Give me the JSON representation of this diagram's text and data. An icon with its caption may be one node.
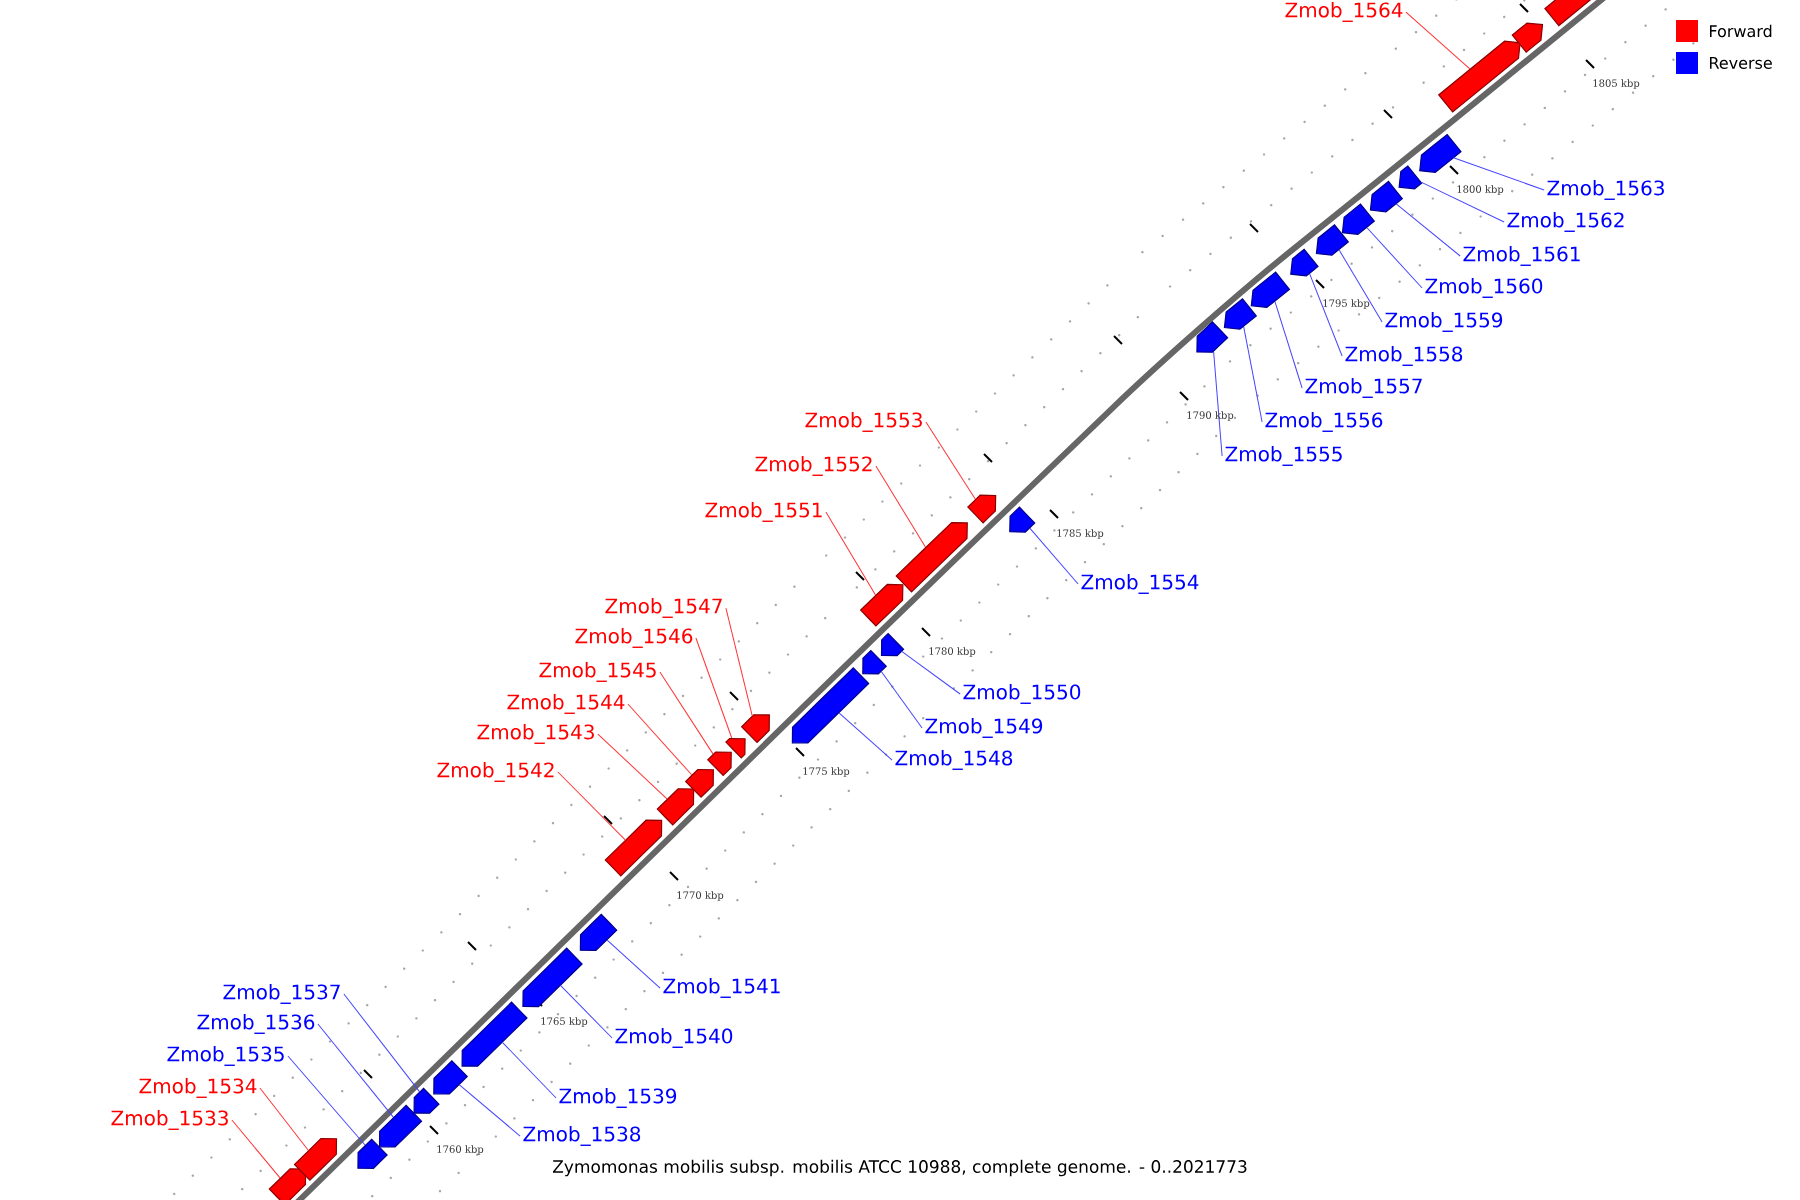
{
  "diagram": {
    "caption": "Zymomonas mobilis subsp. mobilis ATCC 10988, complete genome. - 0..2021773",
    "nodes": [
      {
        "text": [
          "Zmob_1533"
        ]
      },
      {
        "text": [],
        "shape": "pentagon"
      },
      {
        "text": [
          "Zmob_1534"
        ]
      },
      {
        "text": [],
        "shape": "pentagon"
      },
      {
        "text": [
          "Zmob_1535"
        ]
      },
      {
        "text": [],
        "shape": "pentagon"
      },
      {
        "text": [
          "Zmob_1536"
        ]
      },
      {
        "text": [],
        "shape": "pentagon"
      },
      {
        "text": [
          "Zmob_1537"
        ]
      },
      {
        "text": [],
        "shape": "pentagon"
      },
      {
        "text": [
          "Zmob_1538"
        ]
      },
      {
        "text": [],
        "shape": "pentagon"
      },
      {
        "text": [
          "Zmob_1539"
        ]
      },
      {
        "text": [],
        "shape": "pentagon"
      },
      {
        "text": [
          "Zmob_1540"
        ]
      },
      {
        "text": [],
        "shape": "pentagon"
      },
      {
        "text": [
          "Zmob_1541"
        ]
      },
      {
        "text": [],
        "shape": "pentagon"
      },
      {
        "text": [
          "Zmob_1542"
        ]
      },
      {
        "text": [],
        "shape": "pentagon"
      },
      {
        "text": [
          "Zmob_1543"
        ]
      },
      {
        "text": [],
        "shape": "pentagon"
      },
      {
        "text": [
          "Zmob_1544"
        ]
      },
      {
        "text": [],
        "shape": "pentagon"
      },
      {
        "text": [
          "Zmob_1545"
        ]
      },
      {
        "text": [],
        "shape": "pentagon"
      },
      {
        "text": [
          "Zmob_1546"
        ]
      },
      {
        "text": [],
        "shape": "pentagon"
      },
      {
        "text": [
          "Zmob_1547"
        ]
      },
      {
        "text": [],
        "shape": "pentagon"
      },
      {
        "text": [
          "Zmob_1548"
        ]
      },
      {
        "text": [],
        "shape": "pentagon"
      },
      {
        "text": [
          "Zmob_1549"
        ]
      },
      {
        "text": [],
        "shape": "pentagon"
      },
      {
        "text": [
          "Zmob_1550"
        ]
      },
      {
        "text": [],
        "shape": "pentagon"
      },
      {
        "text": [
          "Zmob_1551"
        ]
      },
      {
        "text": [],
        "shape": "pentagon"
      },
      {
        "text": [
          "Zmob_1552"
        ]
      },
      {
        "text": [],
        "shape": "pentagon"
      },
      {
        "text": [
          "Zmob_1553"
        ]
      },
      {
        "text": [],
        "shape": "pentagon"
      },
      {
        "text": [
          "Zmob_1554"
        ]
      },
      {
        "text": [],
        "shape": "pentagon"
      },
      {
        "text": [
          "Zmob_1555"
        ]
      },
      {
        "text": [],
        "shape": "pentagon"
      },
      {
        "text": [
          "Zmob_1556"
        ]
      },
      {
        "text": [],
        "shape": "pentagon"
      },
      {
        "text": [
          "Zmob_1557"
        ]
      },
      {
        "text": [],
        "shape": "pentagon"
      },
      {
        "text": [
          "Zmob_1558"
        ]
      },
      {
        "text": [],
        "shape": "pentagon"
      },
      {
        "text": [
          "Zmob_1559"
        ]
      },
      {
        "text": [],
        "shape": "pentagon"
      },
      {
        "text": [
          "Zmob_1560"
        ]
      },
      {
        "text": [],
        "shape": "pentagon"
      },
      {
        "text": [
          "Zmob_1561"
        ]
      },
      {
        "text": [],
        "shape": "pentagon"
      },
      {
        "text": [
          "Zmob_1562"
        ]
      },
      {
        "text": [],
        "shape": "pentagon"
      },
      {
        "text": [
          "Zmob_1563"
        ]
      },
      {
        "text": [],
        "shape": "pentagon"
      },
      {
        "text": [
          "Zmob_1564"
        ]
      },
      {
        "text": [],
        "shape": "pentagon"
      },
      {
        "text": [],
        "shape": "pentagon"
      },
      {
        "text": [],
        "shape": "pentagon"
      }
    ],
    "edges": [
      {
        "from": 0,
        "to": 1,
        "arrow": "none",
        "color": "#ff3333"
      },
      {
        "from": 2,
        "to": 3,
        "arrow": "none",
        "color": "#ff3333"
      },
      {
        "from": 4,
        "to": 5,
        "arrow": "none"
      },
      {
        "from": 6,
        "to": 7,
        "arrow": "none"
      },
      {
        "from": 8,
        "to": 9,
        "arrow": "none"
      },
      {
        "from": 10,
        "to": 11,
        "arrow": "none"
      },
      {
        "from": 12,
        "to": 13,
        "arrow": "none"
      },
      {
        "from": 14,
        "to": 15,
        "arrow": "none"
      },
      {
        "from": 16,
        "to": 17,
        "arrow": "none"
      },
      {
        "from": 18,
        "to": 19,
        "arrow": "none",
        "color": "#ff3333"
      },
      {
        "from": 20,
        "to": 21,
        "arrow": "none",
        "color": "#ff3333"
      },
      {
        "from": 22,
        "to": 23,
        "arrow": "none",
        "color": "#ff3333"
      },
      {
        "from": 24,
        "to": 25,
        "arrow": "none",
        "color": "#ff3333"
      },
      {
        "from": 26,
        "to": 27,
        "arrow": "none",
        "color": "#ff3333"
      },
      {
        "from": 28,
        "to": 29,
        "arrow": "none",
        "color": "#ff3333"
      },
      {
        "from": 30,
        "to": 31,
        "arrow": "none"
      },
      {
        "from": 32,
        "to": 33,
        "arrow": "none"
      },
      {
        "from": 34,
        "to": 35,
        "arrow": "none"
      },
      {
        "from": 36,
        "to": 37,
        "arrow": "none",
        "color": "#ff3333"
      },
      {
        "from": 38,
        "to": 39,
        "arrow": "none",
        "color": "#ff3333"
      },
      {
        "from": 40,
        "to": 41,
        "arrow": "none",
        "color": "#ff3333"
      },
      {
        "from": 42,
        "to": 43,
        "arrow": "none"
      },
      {
        "from": 44,
        "to": 45,
        "arrow": "none"
      },
      {
        "from": 46,
        "to": 47,
        "arrow": "none"
      },
      {
        "from": 48,
        "to": 49,
        "arrow": "none"
      },
      {
        "from": 50,
        "to": 51,
        "arrow": "none"
      },
      {
        "from": 52,
        "to": 53,
        "arrow": "none"
      },
      {
        "from": 54,
        "to": 55,
        "arrow": "none"
      },
      {
        "from": 56,
        "to": 57,
        "arrow": "none"
      },
      {
        "from": 58,
        "to": 59,
        "arrow": "none"
      },
      {
        "from": 60,
        "to": 61,
        "arrow": "none"
      },
      {
        "from": 62,
        "to": 63,
        "arrow": "none",
        "color": "#ff3333"
      }
    ],
    "labels": [
      "1805 kbp",
      "1800 kbp",
      "1795 kbp",
      "1790 kbp",
      "1785 kbp",
      "1780 kbp",
      "1775 kbp",
      "1770 kbp",
      "1765 kbp",
      "1760 kbp"
    ],
    "legend": [
      {
        "text": "Forward",
        "color": "#ff0000"
      },
      {
        "text": "Reverse",
        "color": "#0000ff"
      }
    ]
  }
}
